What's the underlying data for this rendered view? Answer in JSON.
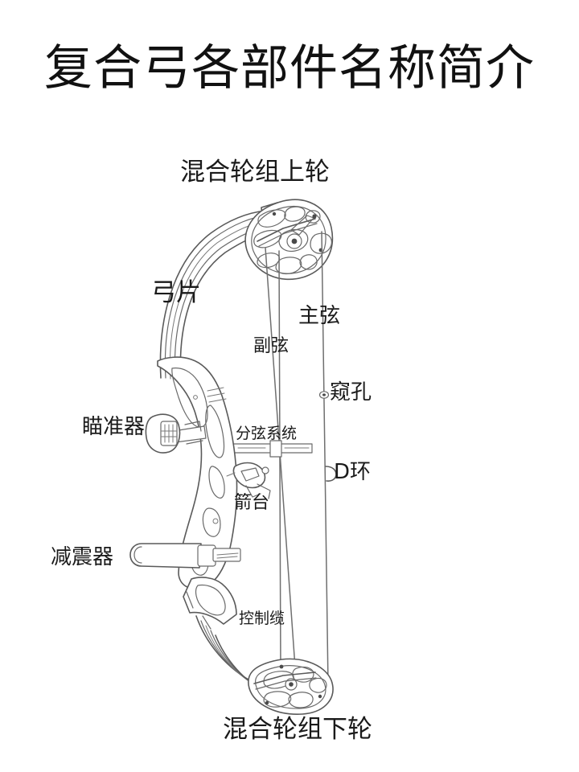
{
  "page": {
    "title": "复合弓各部件名称简介",
    "background_color": "#ffffff",
    "ink_color": "#1a1a1a",
    "line_color": "#555555"
  },
  "diagram": {
    "subject": "compound-bow",
    "labels": [
      {
        "id": "upper-cam",
        "text": "混合轮组上轮"
      },
      {
        "id": "limb",
        "text": "弓片"
      },
      {
        "id": "main-string",
        "text": "主弦"
      },
      {
        "id": "cable",
        "text": "副弦"
      },
      {
        "id": "peep-sight",
        "text": "窥孔"
      },
      {
        "id": "sight",
        "text": "瞄准器"
      },
      {
        "id": "splitter",
        "text": "分弦系统"
      },
      {
        "id": "d-loop",
        "text": "D环"
      },
      {
        "id": "arrow-rest",
        "text": "箭台"
      },
      {
        "id": "stabilizer",
        "text": "减震器"
      },
      {
        "id": "control-cable",
        "text": "控制缆"
      },
      {
        "id": "lower-cam",
        "text": "混合轮组下轮"
      }
    ]
  }
}
